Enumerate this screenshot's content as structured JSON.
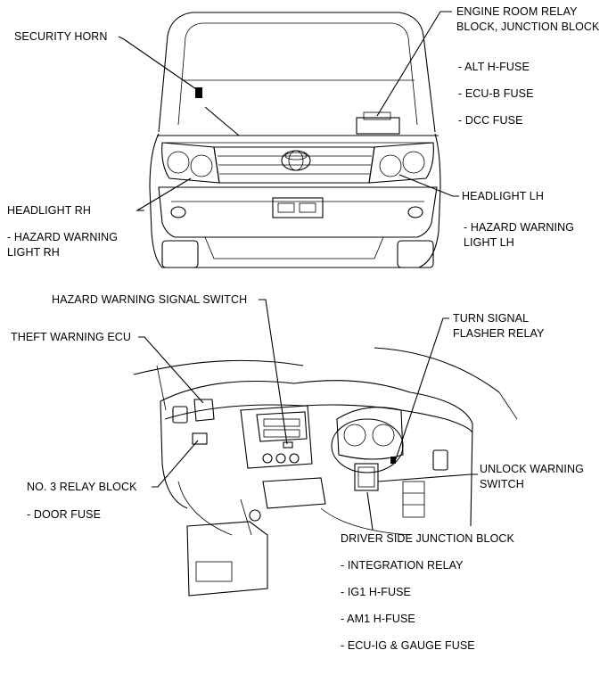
{
  "top_view": {
    "security_horn": "SECURITY HORN",
    "engine_room_relay_line1": "ENGINE ROOM RELAY",
    "engine_room_relay_line2": "BLOCK, JUNCTION BLOCK",
    "alt_hfuse": "- ALT H-FUSE",
    "ecub_fuse": "- ECU-B FUSE",
    "dcc_fuse": "- DCC FUSE",
    "headlight_rh": "HEADLIGHT RH",
    "hazard_rh_line1": "- HAZARD WARNING",
    "hazard_rh_line2": "LIGHT RH",
    "headlight_lh": "HEADLIGHT LH",
    "hazard_lh_line1": "- HAZARD WARNING",
    "hazard_lh_line2": "LIGHT LH"
  },
  "bottom_view": {
    "hazard_switch": "HAZARD WARNING SIGNAL SWITCH",
    "theft_ecu": "THEFT WARNING ECU",
    "turn_signal_line1": "TURN SIGNAL",
    "turn_signal_line2": "FLASHER RELAY",
    "relay_block3": "NO. 3 RELAY BLOCK",
    "door_fuse": "- DOOR FUSE",
    "unlock_line1": "UNLOCK WARNING",
    "unlock_line2": "SWITCH",
    "driver_jb": "DRIVER SIDE JUNCTION BLOCK",
    "integration_relay": "- INTEGRATION RELAY",
    "ig1_hfuse": "- IG1 H-FUSE",
    "am1_hfuse": "- AM1 H-FUSE",
    "ecuig_gauge": "- ECU-IG & GAUGE FUSE"
  }
}
